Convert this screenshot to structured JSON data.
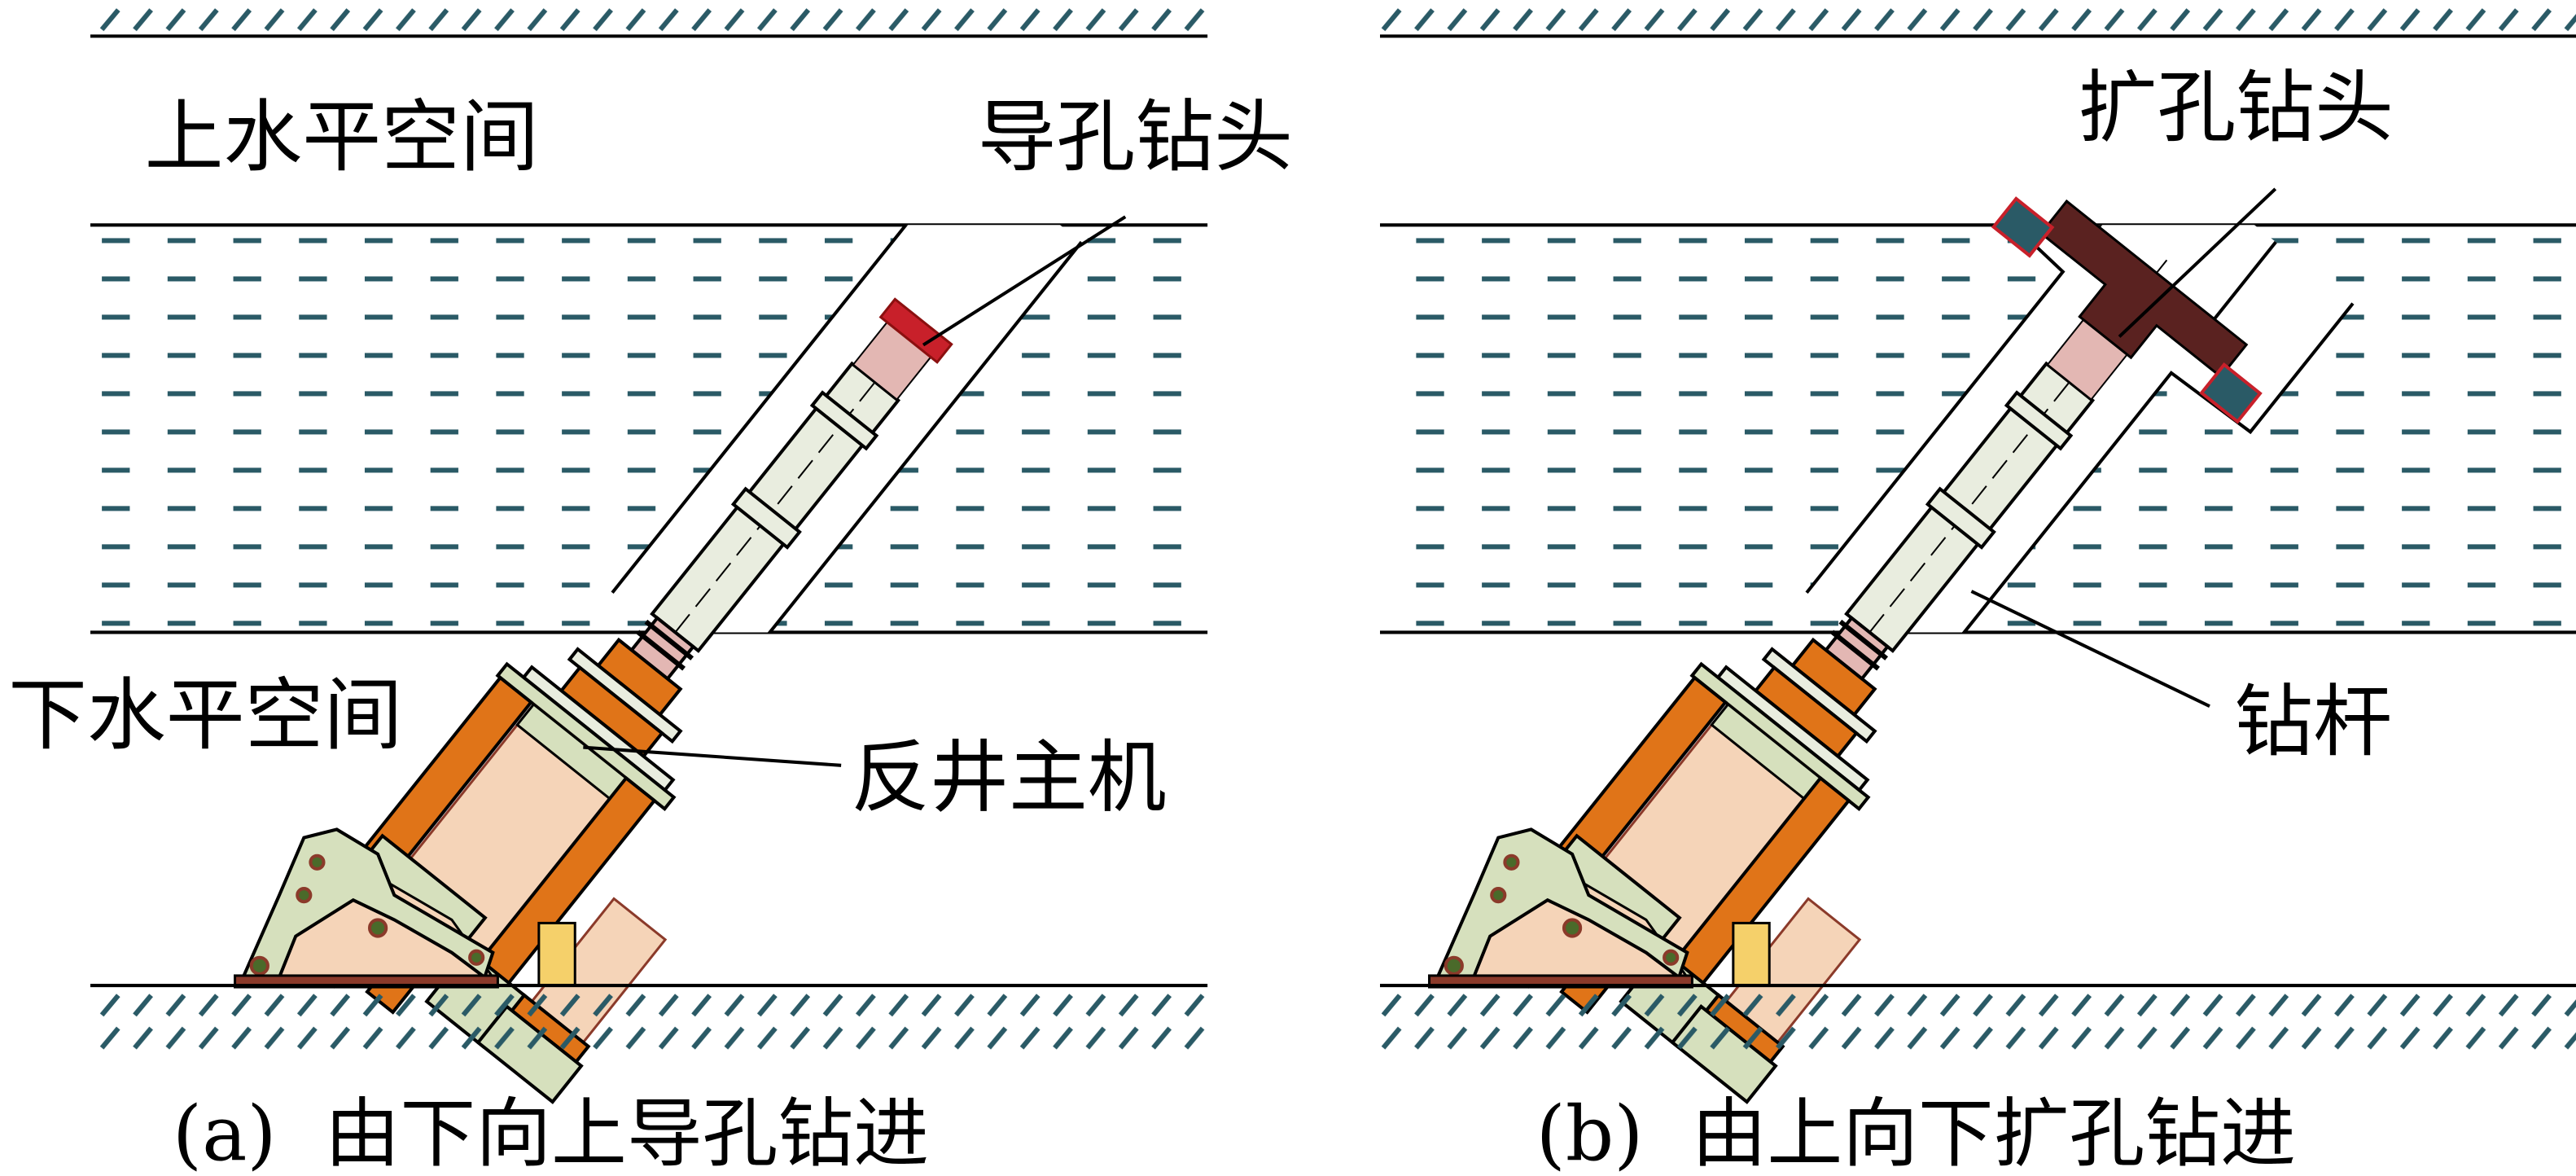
{
  "panel_a": {
    "upper_space": "上水平空间",
    "lower_space": "下水平空间",
    "pilot_bit": "导孔钻头",
    "main_machine": "反井主机",
    "caption": "(a)  由下向上导孔钻进"
  },
  "panel_b": {
    "reamer_bit": "扩孔钻头",
    "drill_rod": "钻杆",
    "caption": "(b)  由上向下扩孔钻进"
  },
  "colors": {
    "hatch": "#2a5a66",
    "orange": "#e07418",
    "peach": "#f5d4b8",
    "green": "#d6e0bd",
    "rod": "#e9eddf",
    "pink": "#e3b7b3",
    "bit_red": "#c8202a",
    "reamer_brown": "#5a2220",
    "base_brown": "#8b3a2a",
    "support_yellow": "#f5d06a"
  }
}
